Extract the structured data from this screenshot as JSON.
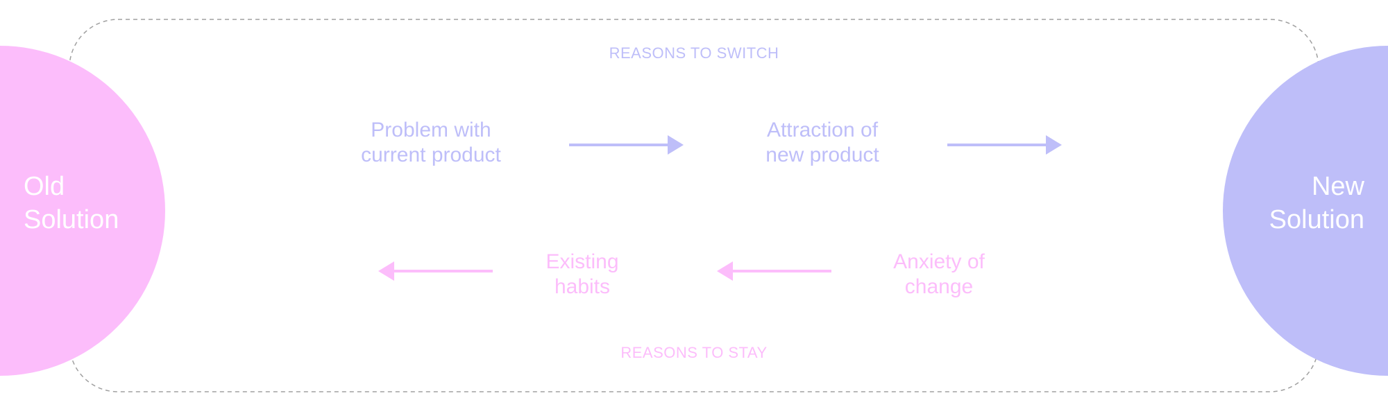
{
  "colors": {
    "switch": "#bebef9",
    "stay": "#fcbdfb",
    "old_solution_fill": "#fcbdfb",
    "new_solution_fill": "#bebef9",
    "frame_stroke": "#a0a0a0",
    "circle_text": "#ffffff"
  },
  "labels": {
    "reasons_to_switch": "REASONS TO SWITCH",
    "reasons_to_stay": "REASONS TO STAY"
  },
  "old_solution": {
    "line1": "Old",
    "line2": "Solution"
  },
  "new_solution": {
    "line1": "New",
    "line2": "Solution"
  },
  "switch_nodes": {
    "problem": {
      "line1": "Problem with",
      "line2": "current product"
    },
    "attraction": {
      "line1": "Attraction of",
      "line2": "new product"
    }
  },
  "stay_nodes": {
    "habits": {
      "line1": "Existing",
      "line2": "habits"
    },
    "anxiety": {
      "line1": "Anxiety of",
      "line2": "change"
    }
  }
}
